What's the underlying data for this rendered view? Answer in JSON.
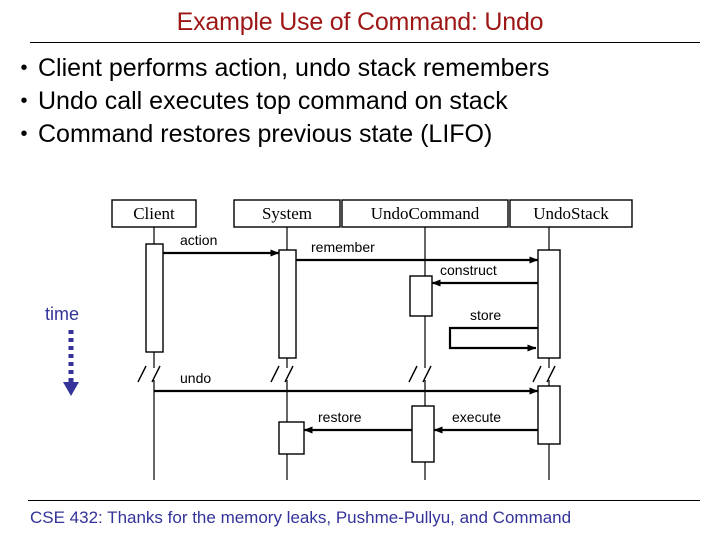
{
  "slide": {
    "title": "Example Use of Command: Undo",
    "title_color": "#9E1717",
    "body_color": "#000000",
    "accent_color": "#333399",
    "background": "#ffffff"
  },
  "bullets": [
    {
      "marker": "•",
      "text": "Client performs action, undo stack remembers"
    },
    {
      "marker": "•",
      "text": "Undo call executes top command on stack"
    },
    {
      "marker": "•",
      "text": "Command restores previous state (LIFO)"
    }
  ],
  "diagram": {
    "type": "uml-sequence-diagram",
    "time_axis_label": "time",
    "participants": [
      {
        "id": "client",
        "label": "Client"
      },
      {
        "id": "system",
        "label": "System"
      },
      {
        "id": "undocommand",
        "label": "UndoCommand"
      },
      {
        "id": "undostack",
        "label": "UndoStack"
      }
    ],
    "messages": [
      {
        "label": "action",
        "from": "client",
        "to": "system",
        "direction": "right"
      },
      {
        "label": "remember",
        "from": "system",
        "to": "undostack",
        "direction": "right"
      },
      {
        "label": "construct",
        "from": "undostack",
        "to": "undocommand",
        "direction": "left"
      },
      {
        "label": "store",
        "from": "undostack",
        "to": "undostack",
        "direction": "self"
      },
      {
        "label": "undo",
        "from": "client",
        "to": "undostack",
        "direction": "right"
      },
      {
        "label": "execute",
        "from": "undostack",
        "to": "undocommand",
        "direction": "left"
      },
      {
        "label": "restore",
        "from": "undocommand",
        "to": "system",
        "direction": "left"
      }
    ],
    "break_marker": "//"
  },
  "footer": {
    "text": "CSE 432: Thanks for the memory leaks, Pushme-Pullyu, and Command"
  }
}
